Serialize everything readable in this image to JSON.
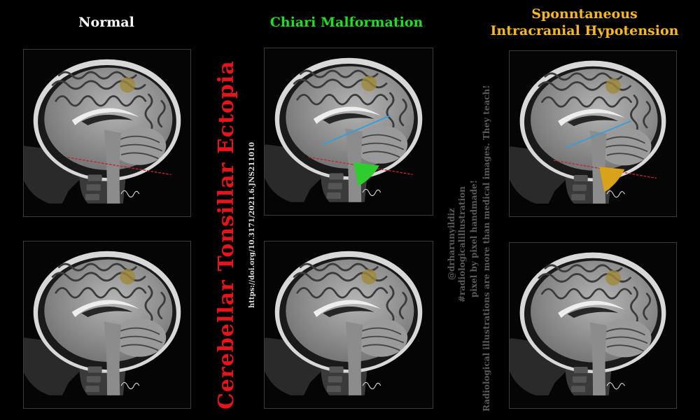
{
  "columns": [
    {
      "title": "Normal",
      "color": "#ffffff"
    },
    {
      "title": "Chiari Malformation",
      "color": "#22dd22"
    },
    {
      "title_lines": [
        "Sponntaneous",
        "Intracranial Hypotension"
      ],
      "color": "#f5b820"
    }
  ],
  "side_title": {
    "text": "Cerebellar Tonsillar Ectopia",
    "color": "#e8141c"
  },
  "doi": "https://doi.org/10.3171/2021.6.JNS211010",
  "credits": [
    "@drharunyildiz",
    "#radiologicalillustration",
    "pixel by pixel handmade!",
    "Radiological illustrations are more than medical images. They teach!"
  ],
  "credits_color": "#5a5a5a",
  "tonsil_colors": {
    "chiari": "#2ecc2e",
    "sih": "#d9a21b"
  },
  "line_colors": {
    "reference_red": "#c0282a",
    "reference_blue": "#2f9fe0"
  }
}
